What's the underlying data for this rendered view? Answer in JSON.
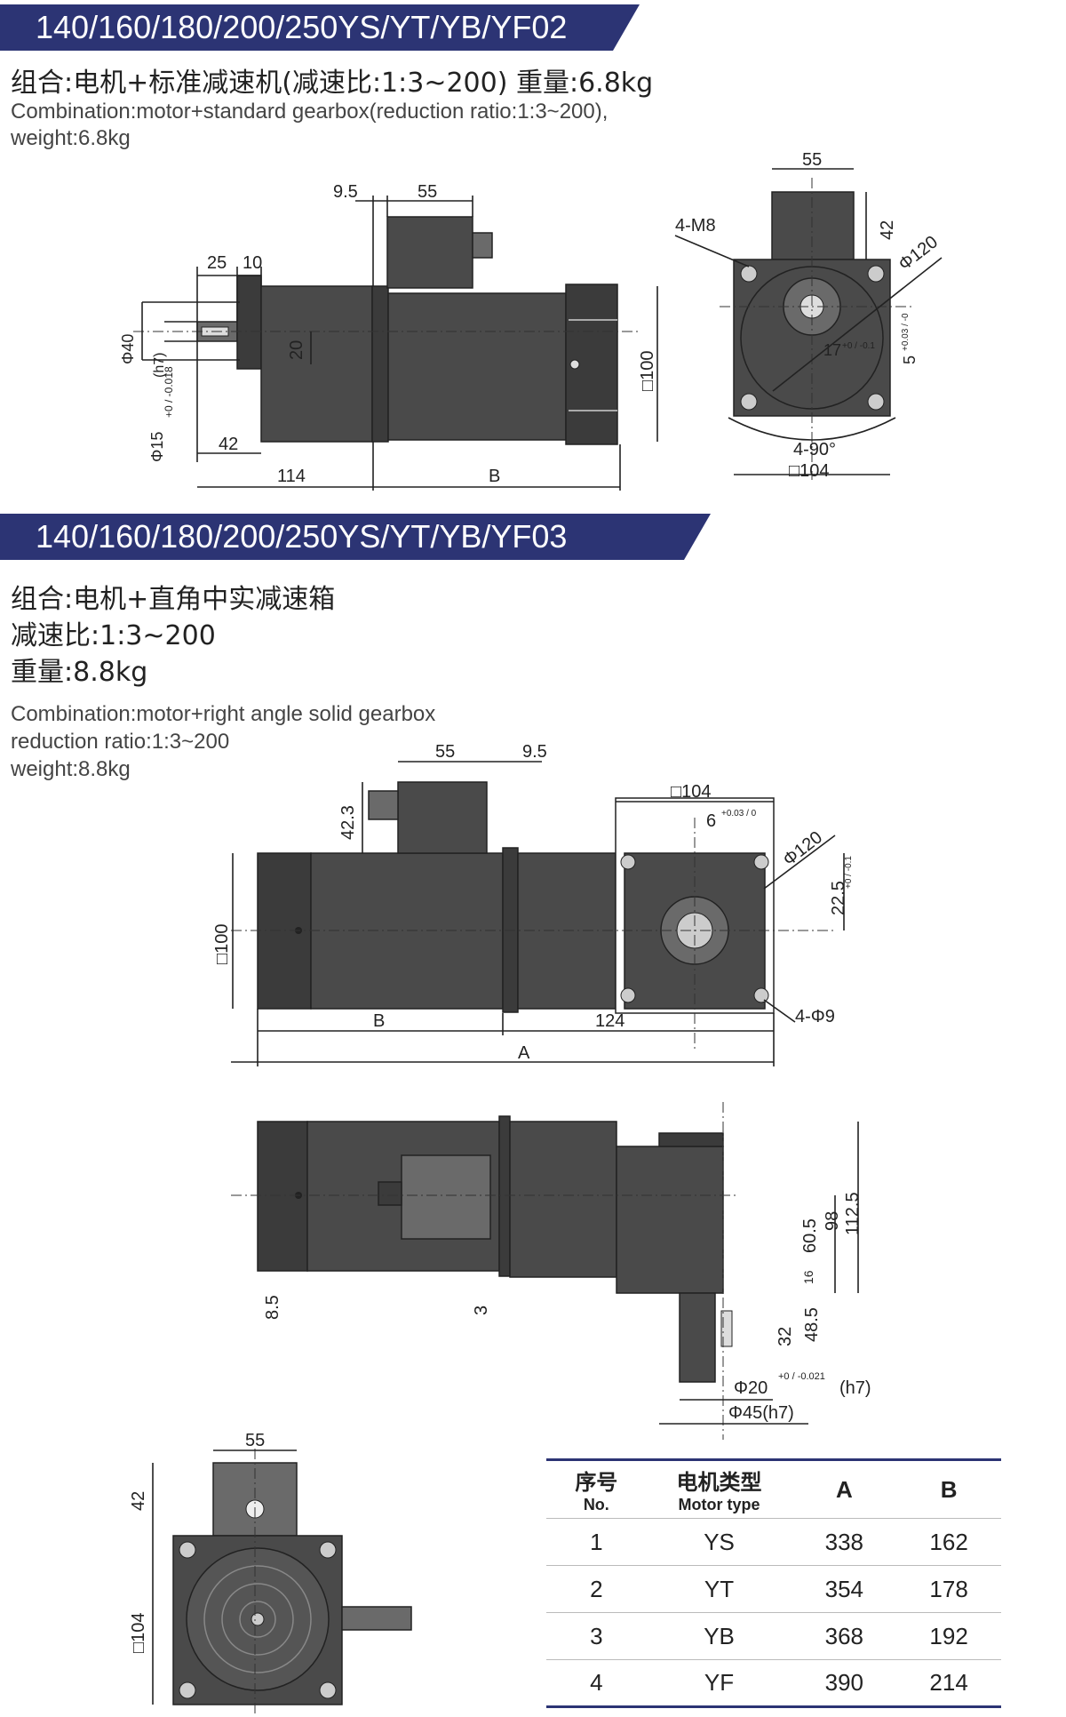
{
  "section1": {
    "title": "140/160/180/200/250YS/YT/YB/YF02",
    "cn_line": "组合:电机+标准减速机(减速比:1:3~200) 重量:6.8kg",
    "en_line1": "Combination:motor+standard gearbox(reduction ratio:1:3~200),",
    "en_line2": "weight:6.8kg",
    "dims": {
      "d95": "9.5",
      "d55": "55",
      "d25": "25",
      "d10": "10",
      "phi40": "Φ40",
      "h7": "(h7)",
      "phi15": "Φ15",
      "tol_phi15": "+0 / -0.018",
      "d20": "20",
      "d42": "42",
      "d114": "114",
      "dB": "B",
      "sq100": "□100",
      "r55": "55",
      "r42": "42",
      "m8": "4-M8",
      "phi120": "Φ120",
      "d17": "17",
      "tol17": "+0 / -0.1",
      "d5": "5",
      "tol5": "+0.03 / -0",
      "deg90": "4-90°",
      "sq104": "□104"
    }
  },
  "section2": {
    "title": "140/160/180/200/250YS/YT/YB/YF03",
    "cn_line1": "组合:电机+直角中实减速箱",
    "cn_line2": "减速比:1:3~200",
    "cn_line3": "重量:8.8kg",
    "en_line1": "Combination:motor+right angle solid gearbox",
    "en_line2": "reduction ratio:1:3~200",
    "en_line3": "weight:8.8kg",
    "dims": {
      "d55": "55",
      "d95": "9.5",
      "d423": "42.3",
      "sq100": "□100",
      "sq104": "□104",
      "d6": "6",
      "tol6": "+0.03 / 0",
      "phi120": "Φ120",
      "d225": "22.5",
      "tol225": "+0 / -0.1",
      "phi9": "4-Φ9",
      "dB": "B",
      "d124": "124",
      "dA": "A",
      "d1125": "112.5",
      "d98": "98",
      "d605": "60.5",
      "d16": "16",
      "d485": "48.5",
      "d32": "32",
      "d85": "8.5",
      "d3": "3",
      "phi20": "Φ20",
      "tol20": "+0 / -0.021",
      "h7": "(h7)",
      "phi45": "Φ45(h7)",
      "b55": "55",
      "b42": "42",
      "bsq104": "□104"
    }
  },
  "table": {
    "headers": {
      "no_cn": "序号",
      "no_en": "No.",
      "type_cn": "电机类型",
      "type_en": "Motor type",
      "a": "A",
      "b": "B"
    },
    "rows": [
      {
        "no": "1",
        "type": "YS",
        "a": "338",
        "b": "162"
      },
      {
        "no": "2",
        "type": "YT",
        "a": "354",
        "b": "178"
      },
      {
        "no": "3",
        "type": "YB",
        "a": "368",
        "b": "192"
      },
      {
        "no": "4",
        "type": "YF",
        "a": "390",
        "b": "214"
      }
    ]
  },
  "colors": {
    "banner": "#2c3474",
    "motor_body": "#4a4a4a"
  }
}
